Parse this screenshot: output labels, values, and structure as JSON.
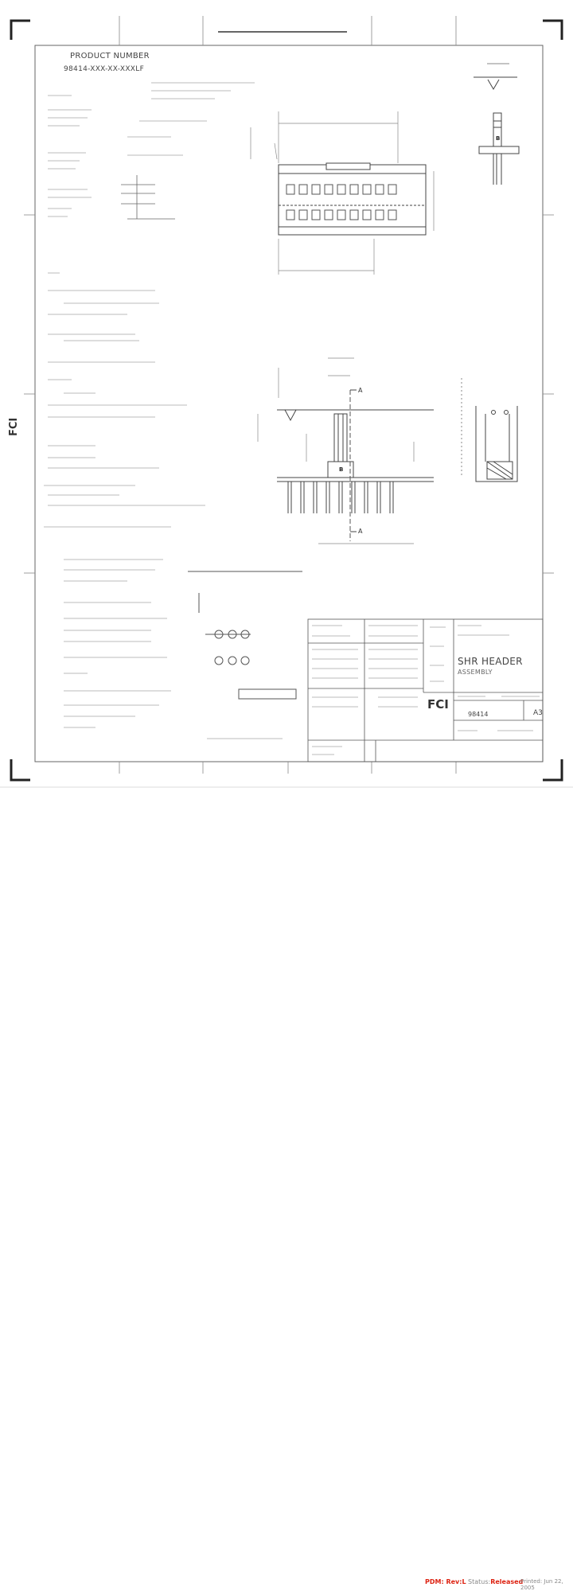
{
  "document": {
    "product_number_label": "PRODUCT NUMBER",
    "product_number_code": "98414-XXX-XX-XXXLF",
    "title_line1": "SHR HEADER",
    "title_line2": "ASSEMBLY",
    "part_number": "98414",
    "revision": "A3",
    "detail_label": "B",
    "section_label_a_top": "A",
    "section_label_a_bottom": "A",
    "fci_logo": "FCI",
    "fci_side_logo": "FCI"
  },
  "status_bar": {
    "pdm_label": "PDM: Rev:L",
    "status_prefix": "Status:",
    "status_value": "Released",
    "printed": "Printed: Jun 22, 2005"
  }
}
